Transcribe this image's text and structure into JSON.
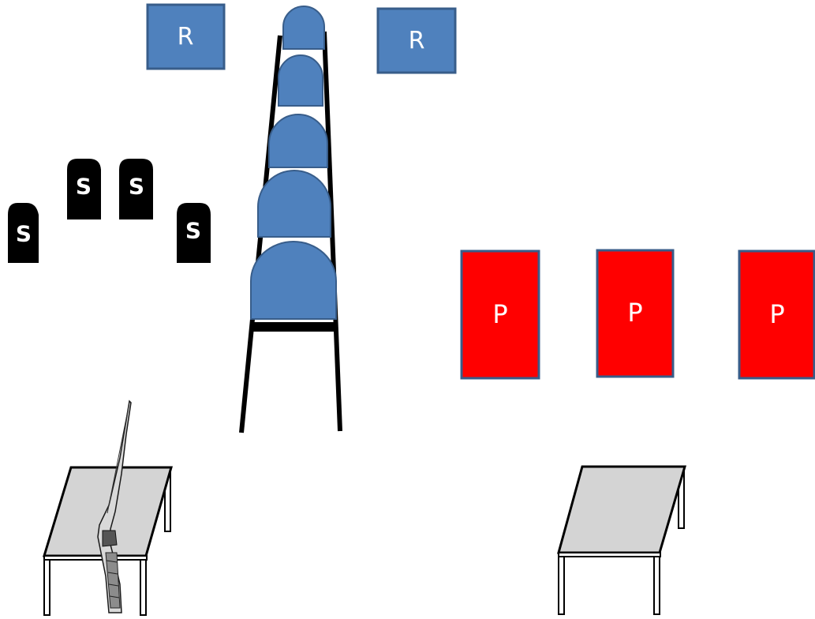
{
  "colors": {
    "blue_fill": "#4f81bd",
    "blue_stroke": "#385d8a",
    "red_fill": "#ff0000",
    "red_stroke": "#385d8a",
    "black": "#000000",
    "table_top": "#d4d4d4",
    "white": "#ffffff"
  },
  "r_boxes": [
    {
      "label": "R"
    },
    {
      "label": "R"
    }
  ],
  "s_markers": [
    {
      "label": "S"
    },
    {
      "label": "S"
    },
    {
      "label": "S"
    },
    {
      "label": "S"
    }
  ],
  "p_boxes": [
    {
      "label": "P"
    },
    {
      "label": "P"
    },
    {
      "label": "P"
    }
  ],
  "icons": {
    "ladder": "stacked-seats-stand-icon",
    "rifle": "rifle-icon",
    "table": "table-icon"
  }
}
